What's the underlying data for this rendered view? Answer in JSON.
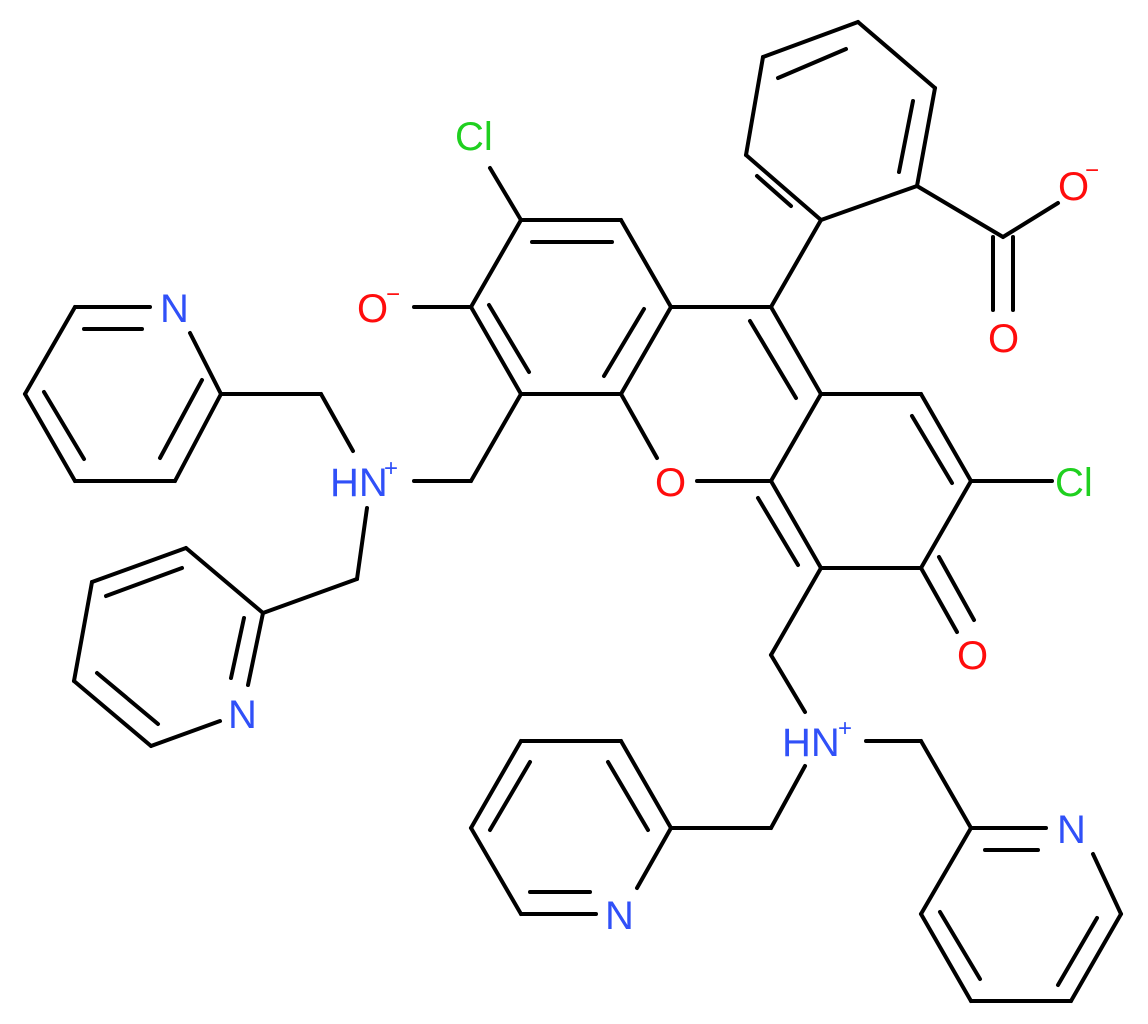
{
  "colors": {
    "bond": "#000000",
    "carbon_text": "#000000",
    "chlorine": "#1fd01f",
    "oxygen": "#ff0d0d",
    "nitrogen": "#3050f8",
    "background": "#ffffff"
  },
  "atoms": {
    "cl1": "Cl",
    "cl2": "Cl",
    "o_phenolate": "O",
    "o_phenolate_charge": "−",
    "o_carboxylate_single": "O",
    "o_carboxylate_single_charge": "−",
    "o_carboxylate_double": "O",
    "o_ring": "O",
    "o_ketone": "O",
    "nh_left": "HN",
    "nh_left_charge": "+",
    "nh_right": "HN",
    "nh_right_charge": "+",
    "n_py1": "N",
    "n_py2": "N",
    "n_py3": "N",
    "n_py4": "N"
  }
}
